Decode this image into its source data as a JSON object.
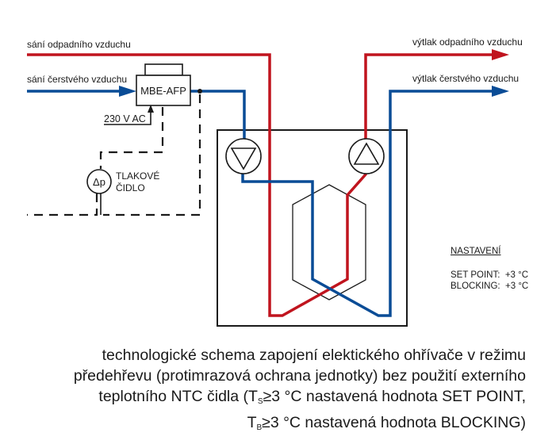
{
  "colors": {
    "exhaust_air": "#c0141e",
    "fresh_air": "#0a4c96",
    "lines": "#1a1a1a"
  },
  "labels": {
    "exhaust_intake": "sání odpadního vzduchu",
    "fresh_intake": "sání čerstvého vzduchu",
    "exhaust_outlet": "výtlak odpadního vzduchu",
    "fresh_outlet": "výtlak čerstvého vzduchu",
    "controller": "MBE-AFP",
    "power": "230 V AC",
    "sensor_symbol": "Δp",
    "sensor_line1": "TLAKOVÉ",
    "sensor_line2": "ČIDLO"
  },
  "settings": {
    "title": "NASTAVENÍ",
    "set_point_label": "SET POINT:",
    "set_point_value": "+3 °C",
    "blocking_label": "BLOCKING:",
    "blocking_value": "+3 °C"
  },
  "caption": {
    "line1": "technologické schema zapojení elektického ohřívače v režimu",
    "line2": "předehřevu (protimrazová ochrana jednotky) bez použití externího",
    "line3_a": "teplotního NTC čidla (T",
    "line3_sub": "S",
    "line3_b": "≥3 °C nastavená hodnota SET POINT,",
    "line4_a": "T",
    "line4_sub": "B",
    "line4_b": "≥3 °C nastavená hodnota BLOCKING)"
  }
}
